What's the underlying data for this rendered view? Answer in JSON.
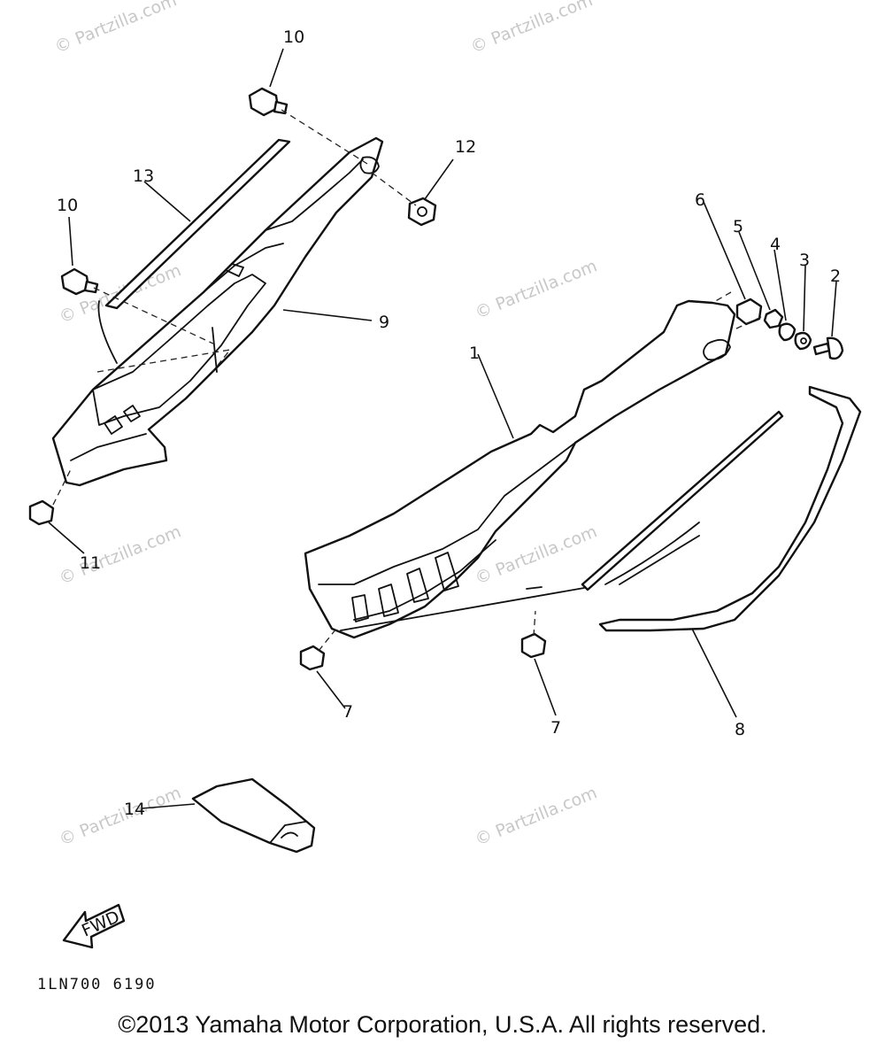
{
  "diagram": {
    "callouts": [
      "10",
      "12",
      "13",
      "10",
      "9",
      "11",
      "6",
      "5",
      "4",
      "3",
      "2",
      "1",
      "8",
      "7",
      "7",
      "14"
    ],
    "watermark": "© Partzilla.com",
    "arrow_label": "FWD",
    "drawing_code": "1LN700 6190"
  },
  "footer": {
    "copyright": "©2013 Yamaha Motor Corporation, U.S.A. All rights reserved."
  }
}
